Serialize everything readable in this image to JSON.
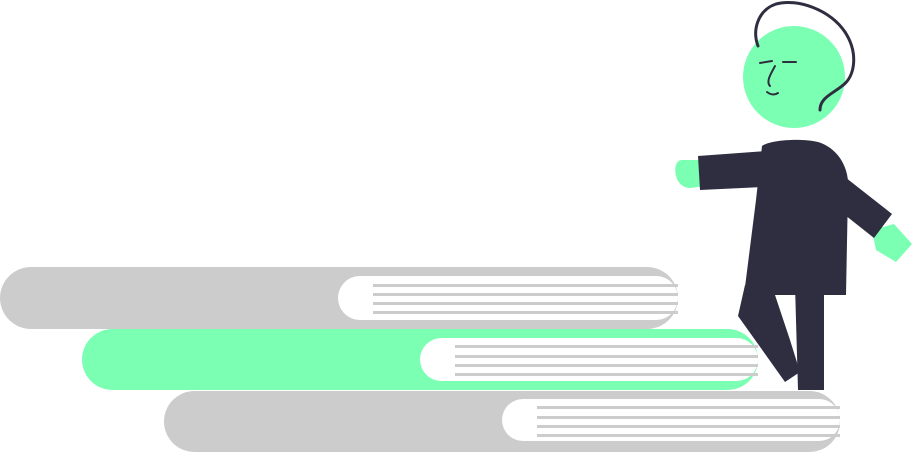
{
  "illustration": {
    "colors": {
      "background": "#ffffff",
      "book_gray": "#cccccc",
      "book_green": "#7affb3",
      "pages": "#ffffff",
      "page_lines": "#cccccc",
      "figure_dark": "#2f2e41",
      "skin_green": "#7affb3"
    },
    "books": [
      {
        "name": "top-book",
        "color": "book_gray"
      },
      {
        "name": "middle-book",
        "color": "book_green"
      },
      {
        "name": "bottom-book",
        "color": "book_gray"
      }
    ],
    "figure": {
      "name": "person-stepping-on-books"
    }
  }
}
